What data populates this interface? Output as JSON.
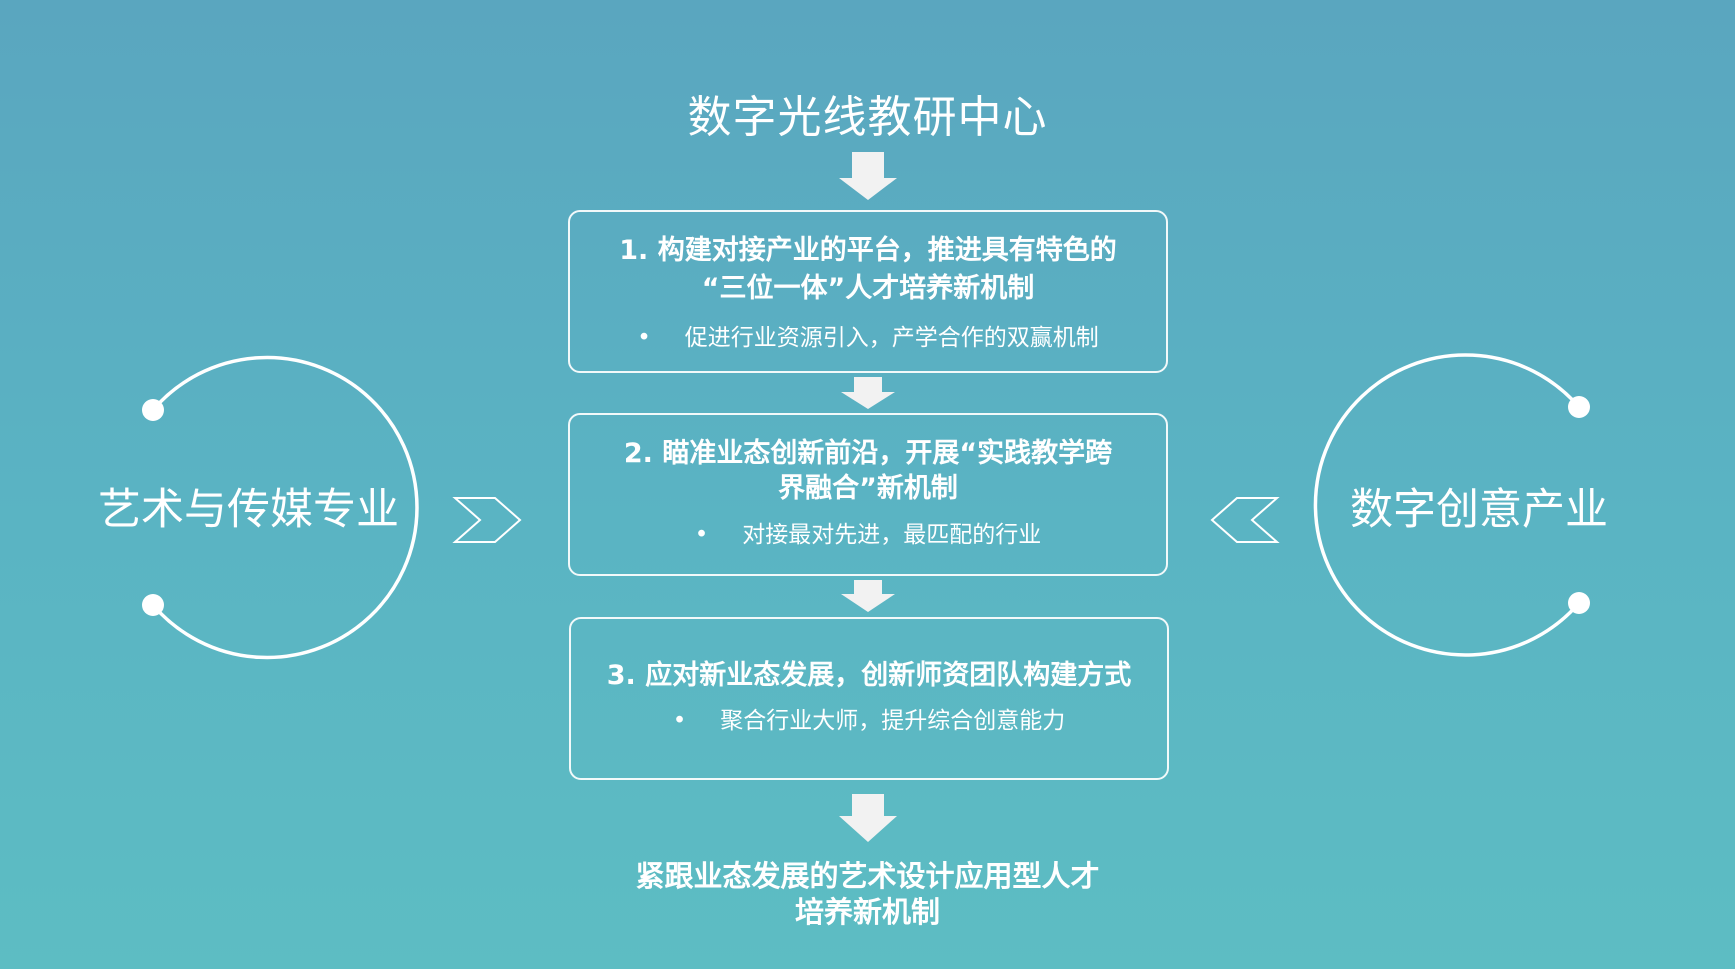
{
  "title": "数字光线教研中心",
  "boxes": [
    {
      "heading_line1": "1.  构建对接产业的平台，推进具有特色的",
      "heading_line2": "“三位一体”人才培养新机制",
      "bullet": "促进行业资源引入，产学合作的双赢机制"
    },
    {
      "heading_line1": "2. 瞄准业态创新前沿，开展“实践教学跨",
      "heading_line2": "界融合”新机制",
      "bullet": "对接最对先进，最匹配的行业"
    },
    {
      "heading_line1": "3. 应对新业态发展，创新师资团队构建方式",
      "bullet": "聚合行业大师，提升综合创意能力"
    }
  ],
  "bullet_symbol": "•",
  "result": {
    "line1": "紧跟业态发展的艺术设计应用型人才",
    "line2": "培养新机制"
  },
  "left_node": "艺术与传媒专业",
  "right_node": "数字创意产业",
  "colors": {
    "background_top": "#5aa6bf",
    "background_bottom": "#5dbdc3",
    "foreground": "#ffffff",
    "arrow_fill": "#f2f2f2"
  }
}
